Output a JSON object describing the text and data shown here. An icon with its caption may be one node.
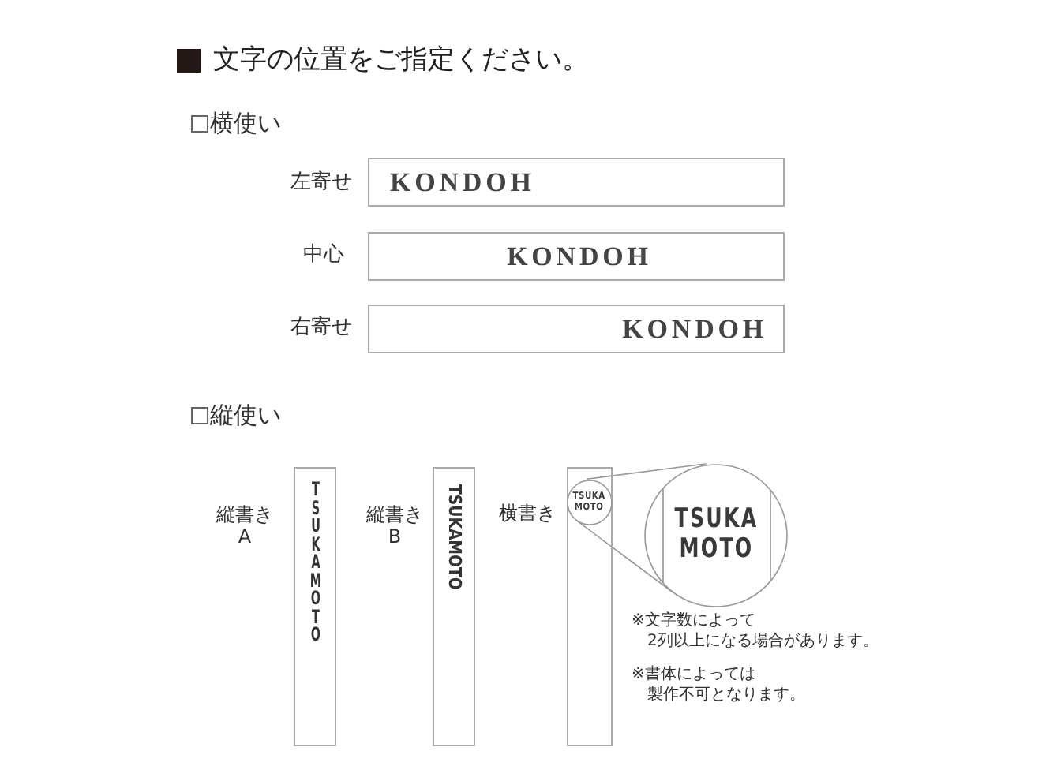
{
  "diagram": {
    "title": "文字の位置をご指定ください。",
    "nodes": [
      {
        "text": [
          "KONDOH"
        ],
        "beside": [
          "左寄せ"
        ]
      },
      {
        "text": [
          "KONDOH"
        ],
        "beside": [
          "中心"
        ]
      },
      {
        "text": [
          "KONDOH"
        ],
        "beside": [
          "右寄せ"
        ]
      },
      {
        "text": [
          "TSUKAMOTO"
        ],
        "beside": [
          "縦書き A"
        ]
      },
      {
        "text": [
          "TSUKAMOTO"
        ],
        "beside": [
          "縦書き B"
        ]
      },
      {
        "text": [],
        "shape": "box",
        "beside": [
          "横書き"
        ]
      },
      {
        "text": [
          "TSUKA MOTO"
        ],
        "in": 5
      },
      {
        "text": [
          "TSUKA MOTO"
        ]
      }
    ],
    "edges": [
      {
        "from": 6,
        "to": 7,
        "arrow": "none"
      },
      {
        "from": 6,
        "to": 7,
        "arrow": "none"
      }
    ],
    "labels": [
      "横使い",
      "縦使い",
      "※文字数によって2列以上になる場合があります。",
      "※書体によっては製作不可となります。"
    ]
  }
}
